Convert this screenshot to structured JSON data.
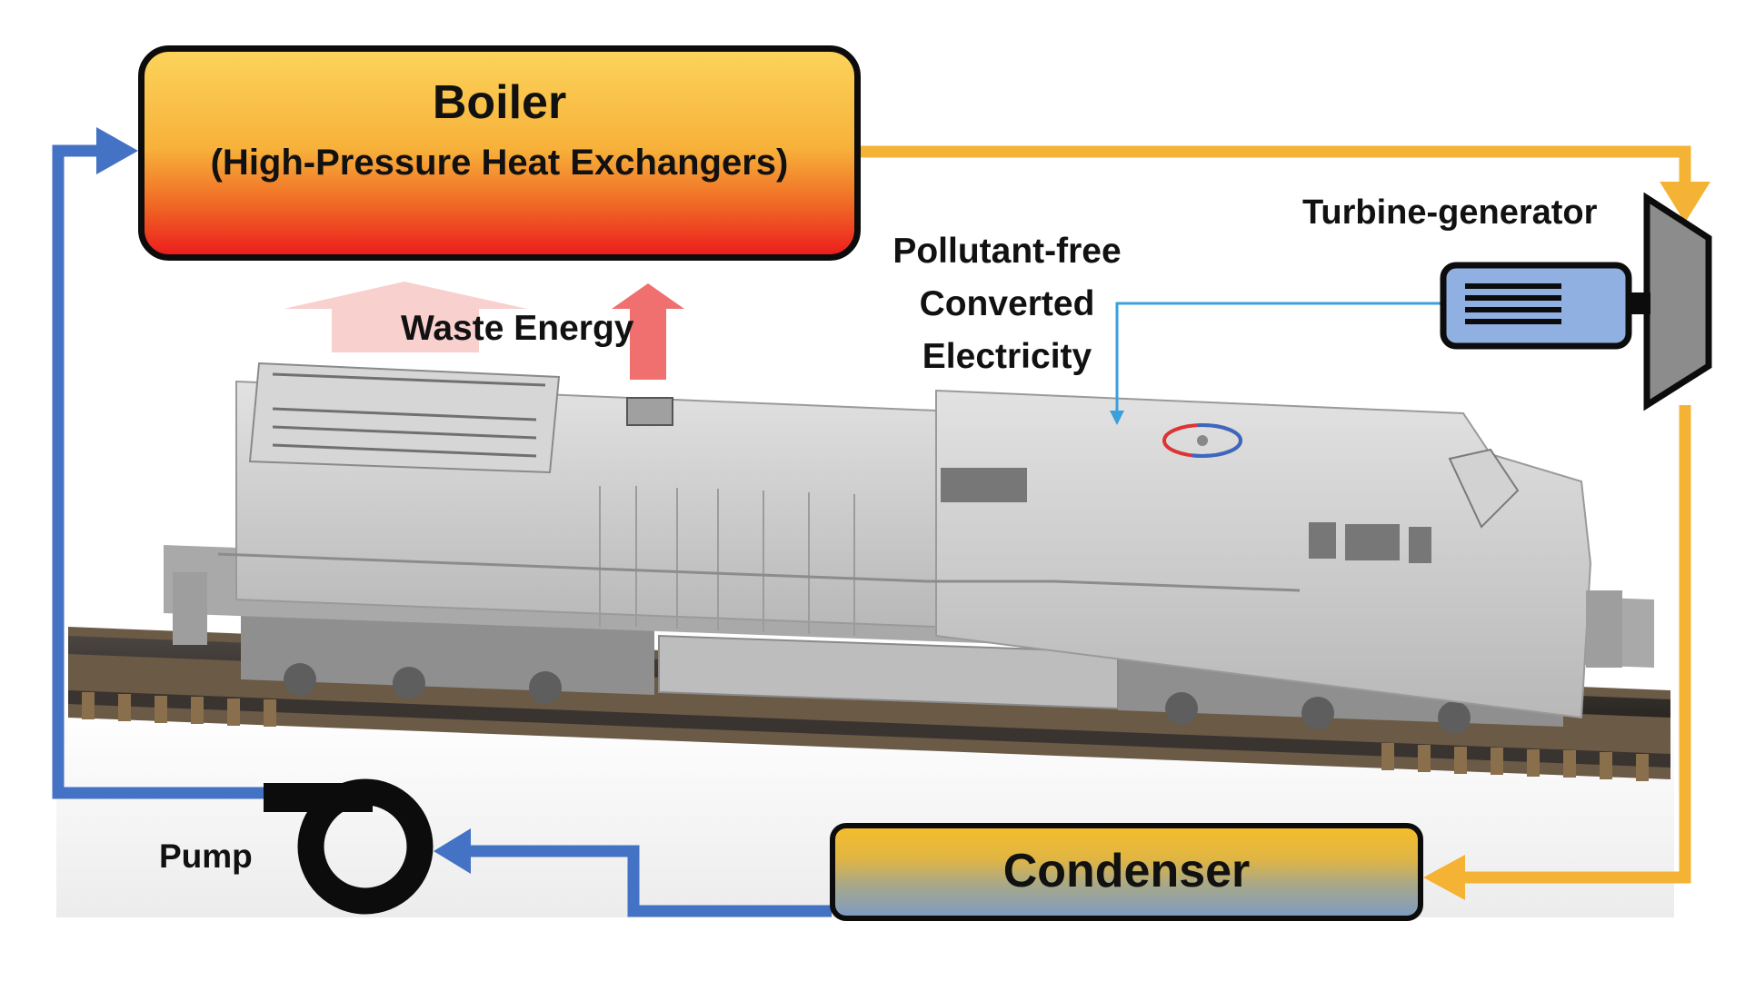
{
  "boiler": {
    "title": "Boiler",
    "subtitle": "(High-Pressure Heat Exchangers)"
  },
  "labels": {
    "waste_energy": "Waste Energy",
    "electricity_line1": "Pollutant-free",
    "electricity_line2": "Converted",
    "electricity_line3": "Electricity",
    "turbine": "Turbine-generator",
    "pump": "Pump",
    "condenser": "Condenser"
  },
  "colors": {
    "cold_loop": "#4472c4",
    "hot_loop": "#f5b335",
    "electric_line": "#3aa0dc",
    "heat_arrow": "#f07070",
    "generator_fill": "#8fb0e0",
    "turbine_fill": "#8c8c8c"
  }
}
